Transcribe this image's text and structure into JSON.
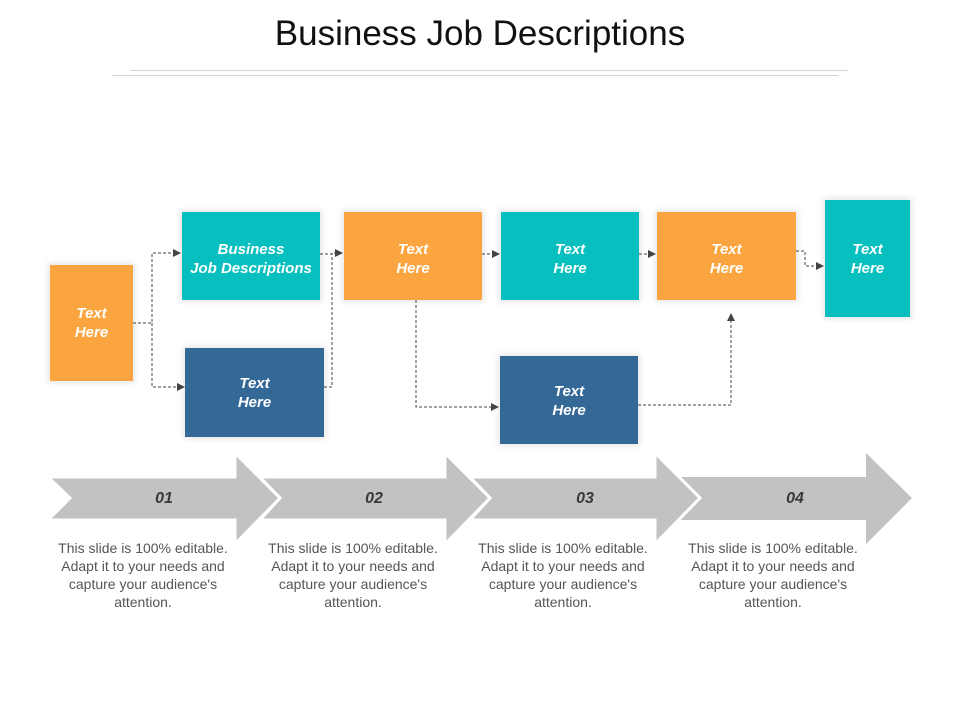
{
  "title": "Business Job Descriptions",
  "colors": {
    "orange": "#fba540",
    "teal": "#06bfbe",
    "navy": "#346896",
    "arrow_gray": "#c2c2c2",
    "connector": "#444444"
  },
  "nodes": {
    "start": {
      "line1": "Text",
      "line2": "Here"
    },
    "business": {
      "line1": "Business",
      "line2": "Job Descriptions"
    },
    "bottom_left": {
      "line1": "Text",
      "line2": "Here"
    },
    "mid_orange": {
      "line1": "Text",
      "line2": "Here"
    },
    "mid_teal": {
      "line1": "Text",
      "line2": "Here"
    },
    "bottom_mid": {
      "line1": "Text",
      "line2": "Here"
    },
    "right_orange": {
      "line1": "Text",
      "line2": "Here"
    },
    "end": {
      "line1": "Text",
      "line2": "Here"
    }
  },
  "steps": [
    {
      "number": "01",
      "text": "This slide is 100% editable. Adapt it to your needs and capture your audience's attention."
    },
    {
      "number": "02",
      "text": "This slide is 100% editable. Adapt it to your needs and capture your audience's attention."
    },
    {
      "number": "03",
      "text": "This slide is 100% editable. Adapt it to your needs and capture your audience's attention."
    },
    {
      "number": "04",
      "text": "This slide is 100% editable. Adapt it to your needs and capture your audience's attention."
    }
  ]
}
